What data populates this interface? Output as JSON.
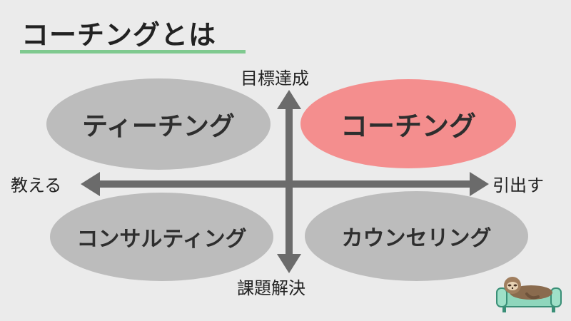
{
  "title": "コーチングとは",
  "quadrants": {
    "top_left": "ティーチング",
    "top_right": "コーチング",
    "bottom_left": "コンサルティング",
    "bottom_right": "カウンセリング"
  },
  "axes": {
    "top": "目標達成",
    "bottom": "課題解決",
    "left": "教える",
    "right": "引出す"
  },
  "colors": {
    "background": "#ebebeb",
    "highlight": "#f48e8e",
    "neutral": "#bcbcbc",
    "arrow": "#6b6b6b",
    "underline": "#7fc98f"
  },
  "mascot_icon": "sloth-on-sofa-icon"
}
